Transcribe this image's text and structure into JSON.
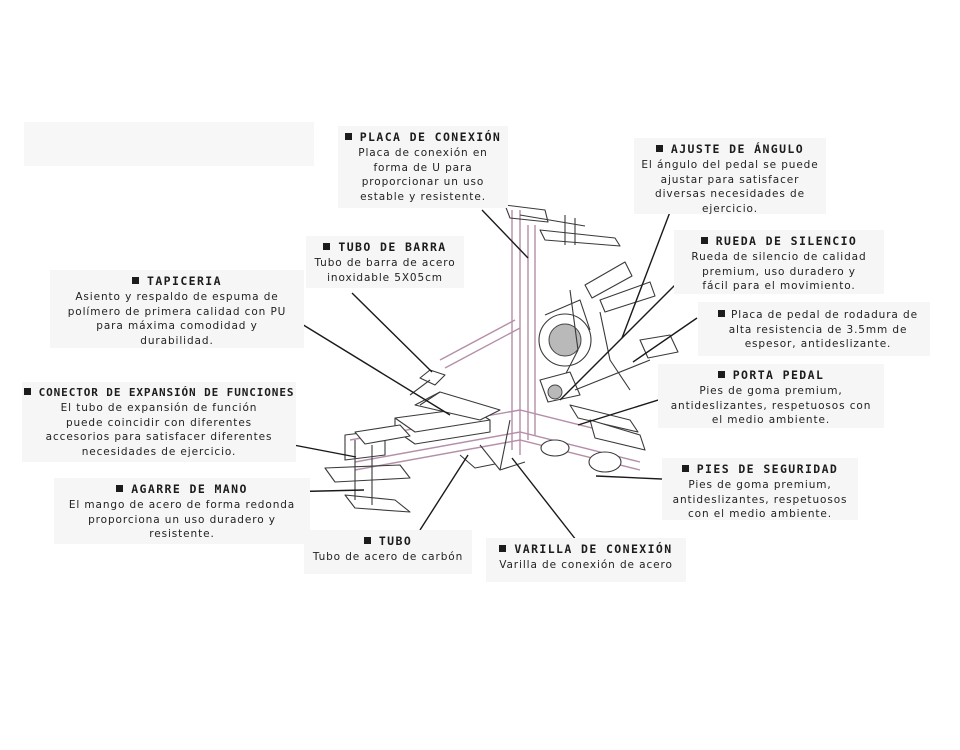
{
  "labels": {
    "placa_conexion": {
      "title": "PLACA DE CONEXIÓN",
      "desc": "Placa de conexión en\nforma de U para\nproporcionar un uso\nestable y resistente."
    },
    "ajuste_angulo": {
      "title": "AJUSTE DE ÁNGULO",
      "desc": "El ángulo del pedal se puede\najustar para satisfacer\ndiversas necesidades de\nejercicio."
    },
    "tubo_barra": {
      "title": "TUBO DE BARRA",
      "desc": "Tubo de barra de acero\ninoxidable 5X05cm"
    },
    "rueda_silencio": {
      "title": "RUEDA DE SILENCIO",
      "desc": "Rueda de silencio de calidad\npremium, uso duradero y\nfácil para el movimiento."
    },
    "tapiceria": {
      "title": "TAPICERIA",
      "desc": "Asiento y respaldo de espuma de\npolímero de primera calidad con PU\npara máxima comodidad y\ndurabilidad."
    },
    "placa_pedal": {
      "desc": "Placa de pedal de rodadura de\nalta resistencia de 3.5mm de\nespesor, antideslizante."
    },
    "porta_pedal": {
      "title": "PORTA PEDAL",
      "desc": "Pies de goma premium,\nantideslizantes, respetuosos con\nel medio ambiente."
    },
    "conector_expansion": {
      "title": "CONECTOR DE EXPANSIÓN DE FUNCIONES",
      "desc": "El tubo de expansión de función\npuede coincidir con diferentes\naccesorios para satisfacer diferentes\nnecesidades de ejercicio."
    },
    "pies_seguridad": {
      "title": "PIES DE SEGURIDAD",
      "desc": "Pies de goma premium,\nantideslizantes, respetuosos\ncon el medio ambiente."
    },
    "agarre_mano": {
      "title": "AGARRE DE MANO",
      "desc": "El mango de acero de forma redonda\nproporciona un uso duradero y\nresistente."
    },
    "tubo": {
      "title": "TUBO",
      "desc": "Tubo de acero de carbón"
    },
    "varilla_conexion": {
      "title": "VARILLA DE CONEXIÓN",
      "desc": "Varilla de conexión de acero"
    }
  }
}
